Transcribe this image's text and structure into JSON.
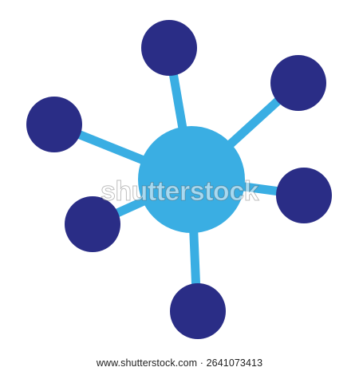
{
  "icon": {
    "name": "network-hub-icon",
    "hub_color": "#3aaee3",
    "link_color": "#3aaee3",
    "node_color": "#2a2d86",
    "node_count": 6
  },
  "watermark": {
    "text": "shutterstock"
  },
  "footer": {
    "text": "www.shutterstock.com · 2641073413"
  }
}
